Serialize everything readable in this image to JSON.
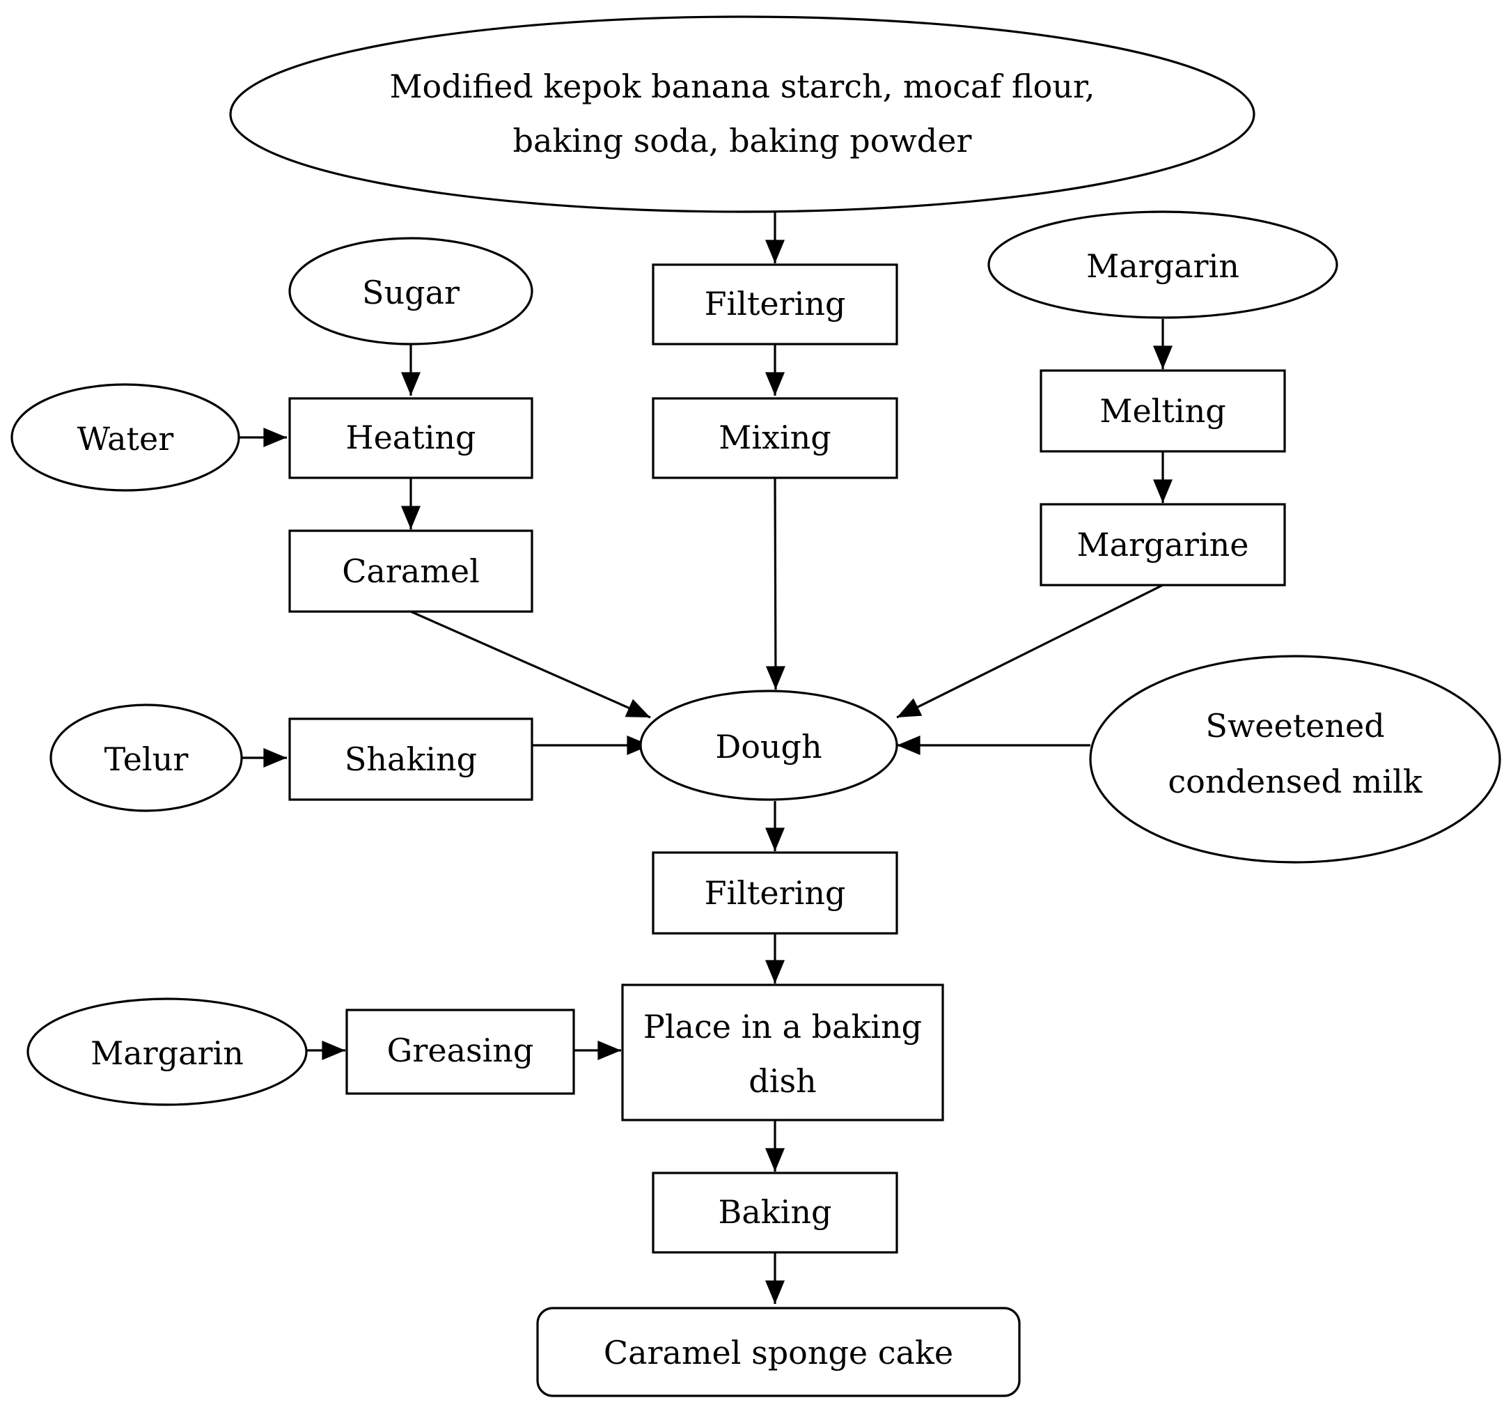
{
  "nodes": {
    "ingredients": {
      "line1": "Modified kepok banana starch, mocaf flour,",
      "line2": "baking soda, baking powder"
    },
    "sugar": "Sugar",
    "filtering_top": "Filtering",
    "margarin_top": "Margarin",
    "water": "Water",
    "heating": "Heating",
    "mixing": "Mixing",
    "melting": "Melting",
    "caramel": "Caramel",
    "margarine": "Margarine",
    "telur": "Telur",
    "shaking": "Shaking",
    "dough": "Dough",
    "sweetened_milk": {
      "line1": "Sweetened",
      "line2": "condensed milk"
    },
    "filtering_bottom": "Filtering",
    "margarin_bottom": "Margarin",
    "greasing": "Greasing",
    "place_dish": {
      "line1": "Place in a baking",
      "line2": "dish"
    },
    "baking": "Baking",
    "final_product": "Caramel sponge cake"
  }
}
